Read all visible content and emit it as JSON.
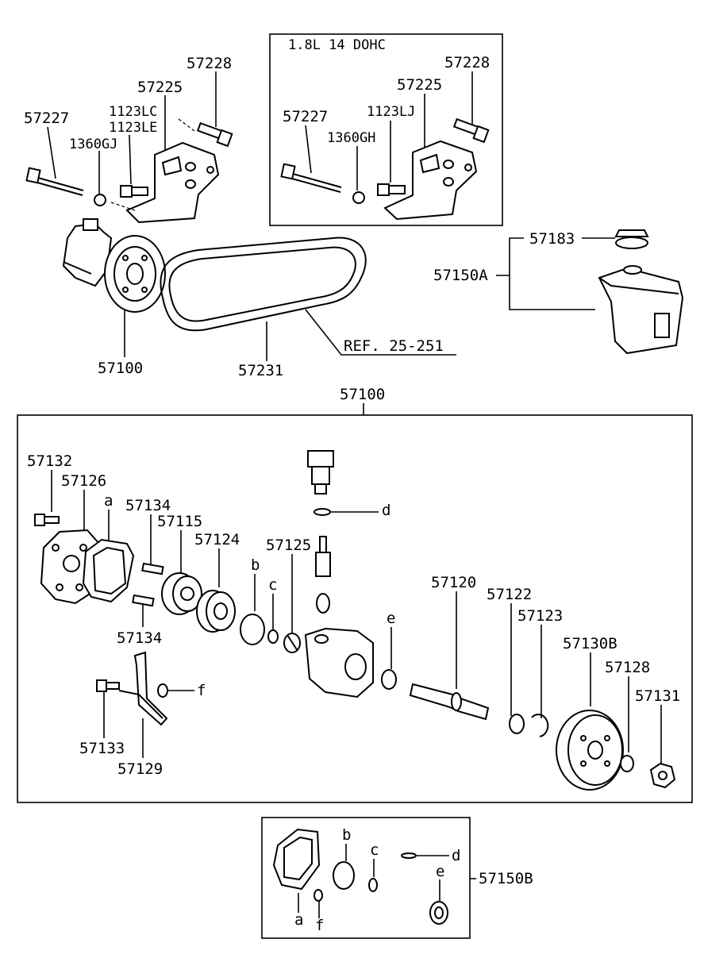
{
  "engine_box_title": "1.8L  14  DOHC",
  "top_left_labels": {
    "p57228": "57228",
    "p57225": "57225",
    "p57227": "57227",
    "p1123lc": "1123LC",
    "p1123le": "1123LE",
    "p1360gj": "1360GJ",
    "p57100": "57100",
    "p57231": "57231",
    "ref": "REF. 25-251"
  },
  "top_right_labels": {
    "p57228": "57228",
    "p57225": "57225",
    "p57227": "57227",
    "p1123lj": "1123LJ",
    "p1360gh": "1360GH"
  },
  "reservoir_labels": {
    "p57183": "57183",
    "p57150a": "57150A"
  },
  "pump_assembly_label": "57100",
  "pump_labels": {
    "p57132": "57132",
    "p57126": "57126",
    "a": "a",
    "p57134_top": "57134",
    "p57115": "57115",
    "p57124": "57124",
    "b": "b",
    "c": "c",
    "p57125": "57125",
    "d": "d",
    "e": "e",
    "p57120": "57120",
    "p57122": "57122",
    "p57123": "57123",
    "p57130b": "57130B",
    "p57128": "57128",
    "p57131": "57131",
    "p57134_bottom": "57134",
    "f": "f",
    "p57133": "57133",
    "p57129": "57129"
  },
  "kit_labels": {
    "a": "a",
    "b": "b",
    "c": "c",
    "d": "d",
    "e": "e",
    "f": "f",
    "p57150b": "57150B"
  }
}
